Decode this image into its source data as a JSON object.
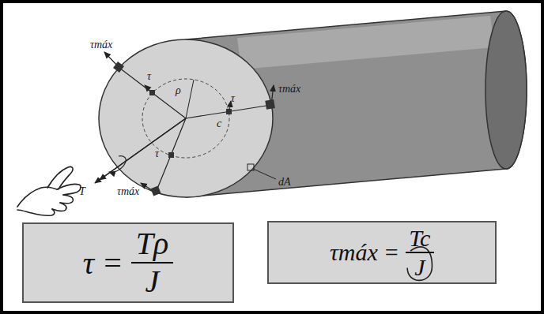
{
  "diagram": {
    "nodes": [
      {
        "text": [
          "τ",
          "=",
          "Tρ",
          "J"
        ]
      },
      {
        "text": [
          "τmáx",
          "=",
          "Tc",
          "J"
        ]
      }
    ],
    "labels": [
      "τmáx",
      "τ",
      "ρ",
      "τ",
      "τmáx",
      "c",
      "dA",
      "τ",
      "τmáx",
      "T"
    ]
  }
}
